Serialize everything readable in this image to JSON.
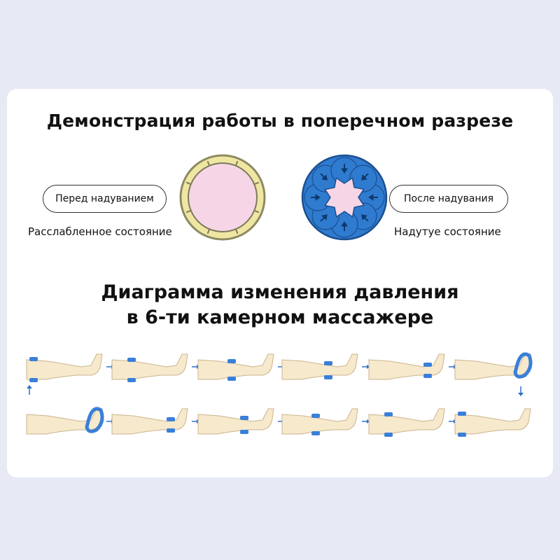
{
  "cross_section": {
    "title": "Демонстрация работы в поперечном разрезе",
    "before": {
      "label": "Перед надуванием",
      "state": "Расслабленное состояние",
      "colors": {
        "ring": "#eee6a2",
        "ring_edge": "#8d8a62",
        "inner": "#f6d6e6"
      }
    },
    "after": {
      "label": "После надувания",
      "state": "Надутуе состояние",
      "colors": {
        "ring": "#2f7bd0",
        "ring_edge": "#1b4f8f",
        "inner": "#f6d6e6",
        "arrow": "#0d3a6e"
      }
    }
  },
  "pressure_diagram": {
    "title_line1": "Диаграмма изменения давления",
    "title_line2": "в 6-ти камерном массажере",
    "colors": {
      "leg": "#f6e9cc",
      "leg_edge": "#cbb48f",
      "chamber": "#3a7fd9",
      "arrow": "#2f6fcf"
    },
    "top_row_active_chamber": [
      1,
      2,
      3,
      4,
      5,
      6
    ],
    "bottom_row_active_chamber": [
      6,
      5,
      4,
      3,
      2,
      1
    ]
  }
}
